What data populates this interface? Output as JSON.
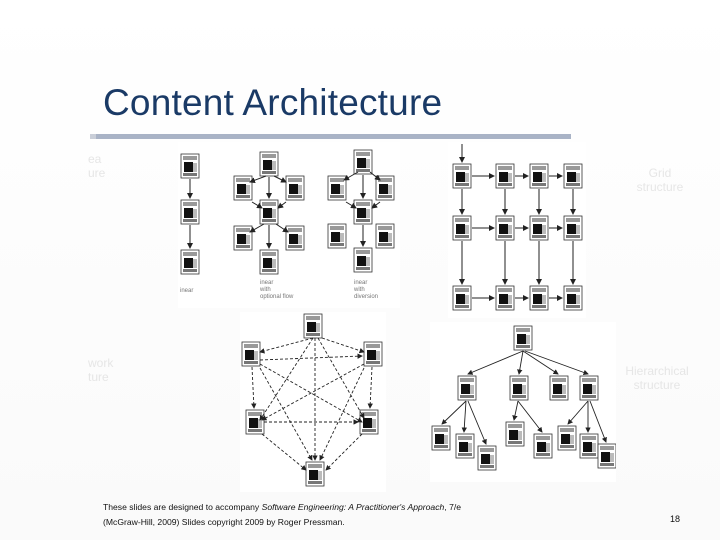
{
  "slide": {
    "title": "Content Architecture",
    "ghost_labels": {
      "linear_left": "ea\nure",
      "grid": "Grid\nstructure",
      "network": "work\nture",
      "hierarchical": "Hierarchical\nstructure"
    },
    "captions": {
      "linear_a": "inear",
      "linear_b": "inear\nwith\noptional flow",
      "linear_c": "inear\nwith\ndiversion"
    },
    "footer_line1_prefix": "These slides are designed to accompany ",
    "footer_book": "Software Engineering: A Practitioner's Approach",
    "footer_edition": ", 7/e",
    "footer_line2": "(McGraw-Hill, 2009) Slides copyright 2009 by Roger Pressman.",
    "page_number": "18"
  }
}
